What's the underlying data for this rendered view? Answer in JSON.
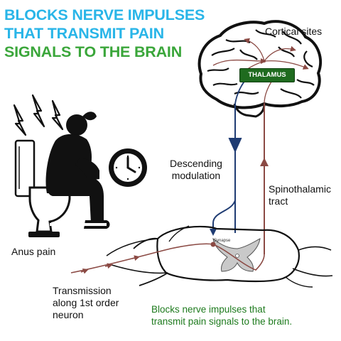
{
  "headline": {
    "line1": "BLOCKS NERVE IMPULSES",
    "line2": "THAT TRANSMIT PAIN",
    "line3": "SIGNALS TO THE BRAIN"
  },
  "labels": {
    "cortical": "Cortical sites",
    "thalamus": "THALAMUS",
    "descending_line1": "Descending",
    "descending_line2": "modulation",
    "spino_line1": "Spinothalamic",
    "spino_line2": "tract",
    "anus_pain": "Anus pain",
    "synapse": "Synapse",
    "transmission_line1": "Transmission",
    "transmission_line2": "along 1st order",
    "transmission_line3": "neuron",
    "caption_line1": "Blocks nerve impulses that",
    "caption_line2": "transmit pain signals to the brain."
  },
  "colors": {
    "headline_blue": "#29b5e8",
    "headline_green": "#3aa63a",
    "caption_green": "#1e7b1e",
    "pathway_red": "#8b4a44",
    "pathway_navy": "#1f3c73",
    "thalamus_green": "#1f6b1f"
  },
  "icons": {
    "figure": "person-on-toilet-icon",
    "clock": "clock-icon",
    "pain": "lightning-bolt-icon",
    "brain": "brain-icon",
    "cord": "spinal-cord-section-icon"
  }
}
